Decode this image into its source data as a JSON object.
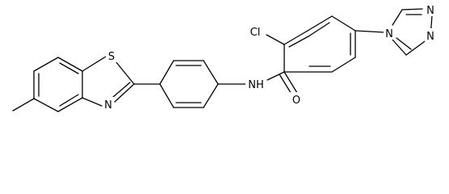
{
  "molecule": {
    "atoms": {
      "chlorine": "Cl",
      "triazole_nitrogen_1": "N",
      "triazole_nitrogen_2": "N",
      "triazole_nitrogen_3": "N",
      "amide_nitrogen": "NH",
      "carbonyl_oxygen": "O",
      "thiazole_sulfur": "S",
      "thiazole_nitrogen": "N"
    }
  }
}
